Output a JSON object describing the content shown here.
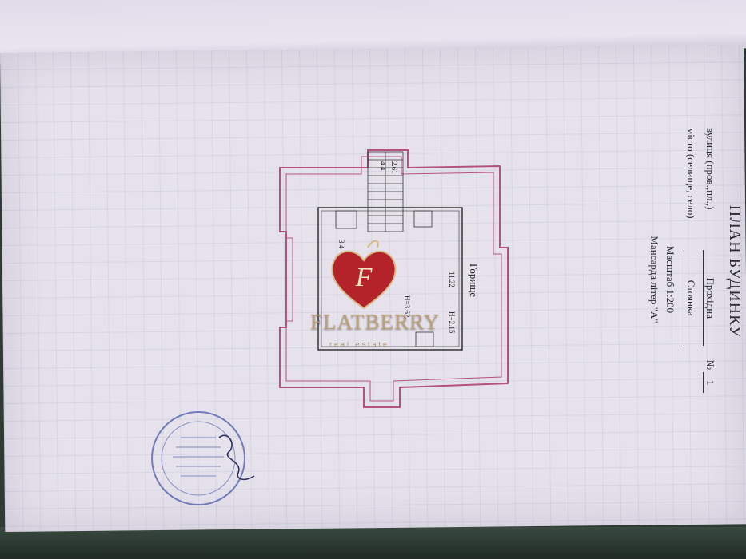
{
  "document": {
    "title": "ПЛАН БУДИНКУ",
    "street_label": "вулиця (пров.,пл.,)",
    "street_value": "Прохідна",
    "number_label": "№",
    "number_value": "1",
    "city_label": "місто (селище, село)",
    "city_value": "Стоянка",
    "scale": "Масштаб 1:200",
    "floor": "Мансарда літер \"А\""
  },
  "plan": {
    "room_label": "Горище",
    "labels": [
      "11.22",
      "Н=2.15",
      "Н=3.62",
      "2.61",
      "4.4",
      "3.4"
    ]
  },
  "watermark": {
    "brand": "FLATBERRY",
    "sub": "real estate"
  },
  "colors": {
    "paper": "#e6e2ec",
    "outline": "#b5527c",
    "ink": "#2a2a33",
    "stamp": "#4a5aa8",
    "brand": "#b9a17a",
    "logo_red": "#b4232a"
  }
}
